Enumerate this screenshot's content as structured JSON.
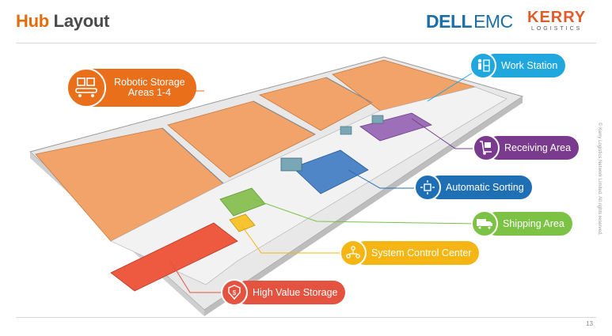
{
  "header": {
    "title_accent": "Hub",
    "title_rest": " Layout",
    "logo_dell": "DELL",
    "logo_emc": "EMC",
    "logo_kerry": "KERRY",
    "logo_logistics": "LOGISTICS"
  },
  "copyright": "© Kerry Logistics Network Limited. All rights reserved.",
  "page_number": "13",
  "colors": {
    "orange": "#ea6f1b",
    "storage_floor": "#f1a36a",
    "light_blue": "#1fa7de",
    "purple": "#7a3b8f",
    "blue": "#1f6fb4",
    "green": "#7cc244",
    "yellow": "#f5b613",
    "red": "#e4533f"
  },
  "labels": {
    "robotic_storage_line1": "Robotic Storage",
    "robotic_storage_line2": "Areas 1-4",
    "work_station": "Work Station",
    "receiving_area": "Receiving Area",
    "automatic_sorting": "Automatic Sorting",
    "shipping_area": "Shipping Area",
    "system_control_center": "System Control Center",
    "high_value_storage": "High Value Storage"
  },
  "icons": {
    "robotic_storage": "boxes-conveyor-icon",
    "work_station": "worker-shelf-icon",
    "receiving_area": "hand-truck-icon",
    "automatic_sorting": "box-arrows-icon",
    "shipping_area": "delivery-truck-icon",
    "system_control_center": "people-network-icon",
    "high_value_storage": "safe-badge-icon"
  }
}
